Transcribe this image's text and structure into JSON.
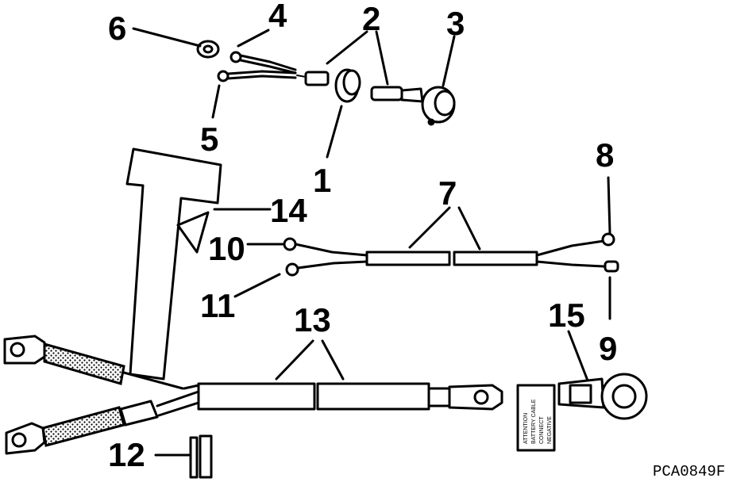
{
  "figure_code": "PCA0849F",
  "callouts": [
    "1",
    "2",
    "3",
    "4",
    "5",
    "6",
    "7",
    "8",
    "9",
    "10",
    "11",
    "12",
    "13",
    "14",
    "15"
  ],
  "label_text": {
    "line_1": "ATTENTION",
    "line_2": "BATTERY CABLE",
    "line_3": "CONNECT",
    "line_4": "NEGATIVE"
  }
}
